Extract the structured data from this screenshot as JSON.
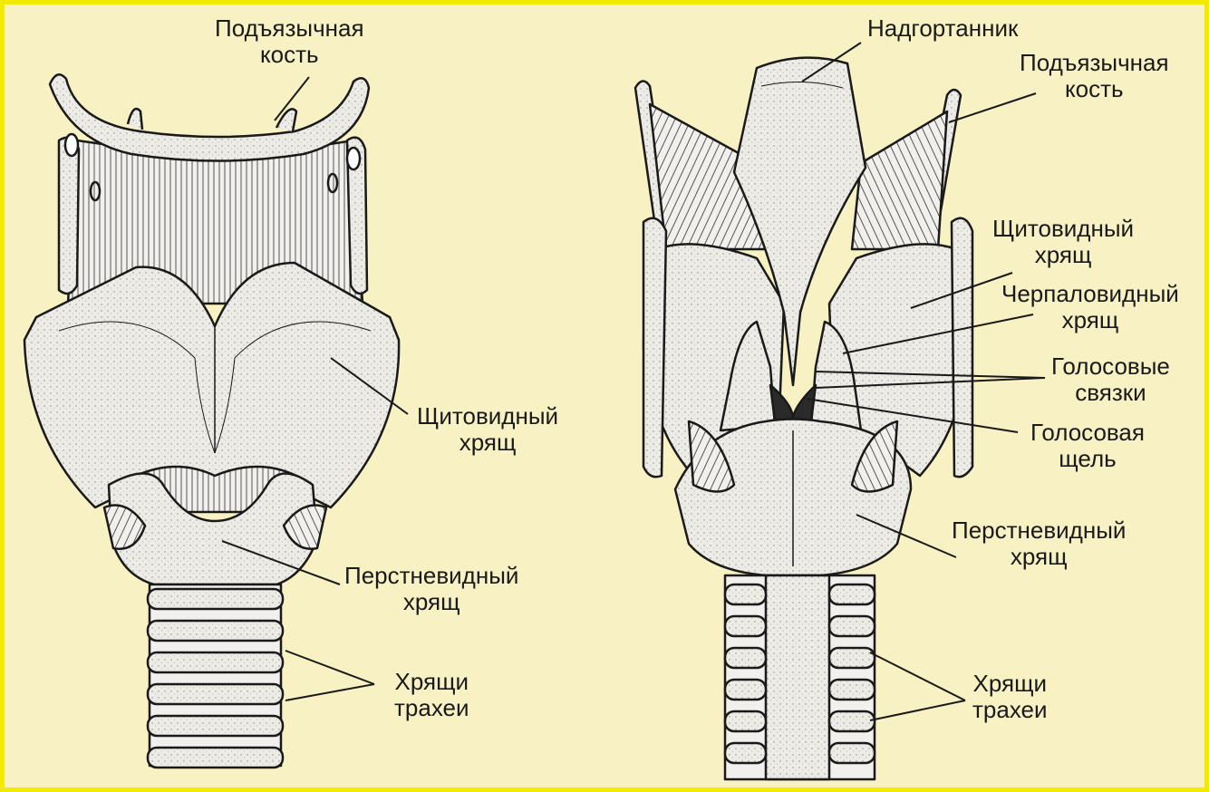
{
  "labels": {
    "front_hyoid": [
      "Подъязычная",
      "кость"
    ],
    "front_thyroid": [
      "Щитовидный",
      "хрящ"
    ],
    "front_cricoid": [
      "Перстневидный",
      "хрящ"
    ],
    "front_tracheal": [
      "Хрящи",
      "трахеи"
    ],
    "back_epiglottis": [
      "Надгортанник"
    ],
    "back_hyoid": [
      "Подъязычная",
      "кость"
    ],
    "back_thyroid": [
      "Щитовидный",
      "хрящ"
    ],
    "back_arytenoid": [
      "Черпаловидный",
      "хрящ"
    ],
    "back_vocal_cords": [
      "Голосовые",
      "связки"
    ],
    "back_glottis": [
      "Голосовая",
      "щель"
    ],
    "back_cricoid": [
      "Перстневидный",
      "хрящ"
    ],
    "back_tracheal": [
      "Хрящи",
      "трахеи"
    ]
  },
  "colors": {
    "background": "#f7f1c4",
    "border": "#f2ea00",
    "ink": "#1a1a1a",
    "fill": "#ecebe6"
  }
}
